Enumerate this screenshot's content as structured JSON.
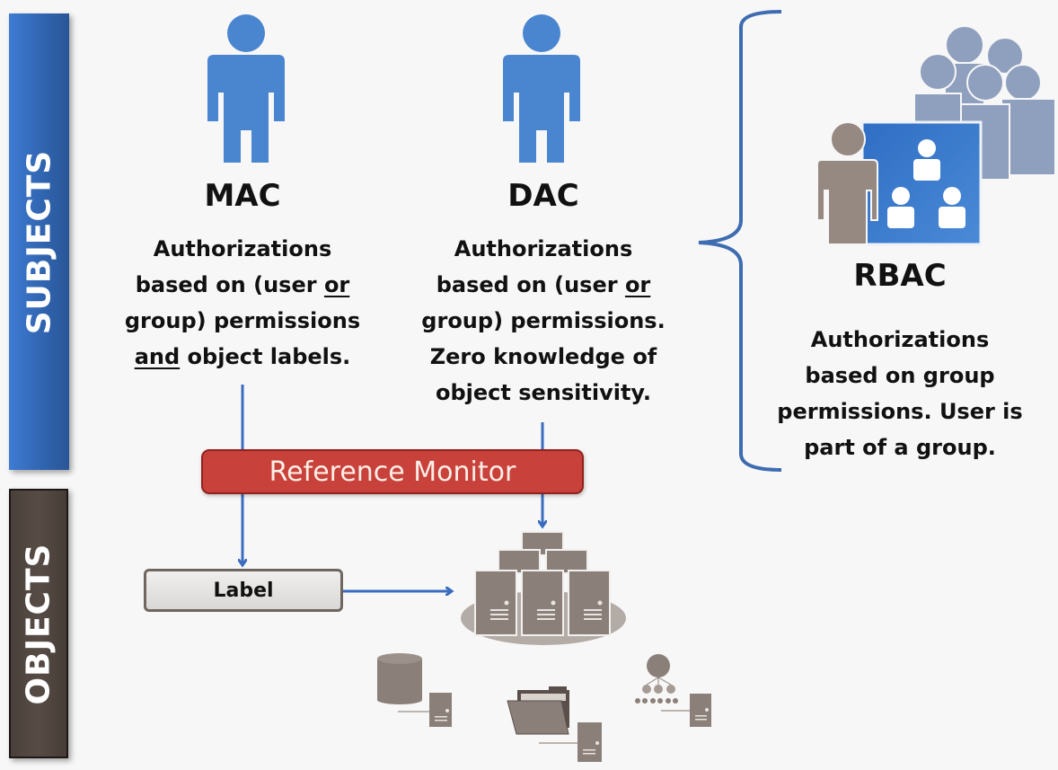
{
  "sidebar": {
    "subjects_label": "SUBJECTS",
    "objects_label": "OBJECTS"
  },
  "models": {
    "mac": {
      "title": "MAC",
      "line1": "Authorizations",
      "line2_pre": "based on (user ",
      "line2_u": "or",
      "line3": "group) permissions",
      "line4_u": "and",
      "line4_post": " object labels."
    },
    "dac": {
      "title": "DAC",
      "line1": "Authorizations",
      "line2_pre": "based on (user ",
      "line2_u": "or",
      "line3": "group) permissions.",
      "line4": "Zero knowledge of",
      "line5": "object sensitivity."
    },
    "rbac": {
      "title": "RBAC",
      "line1": "Authorizations",
      "line2": "based on group",
      "line3": "permissions. User is",
      "line4": "part of a group."
    }
  },
  "flow": {
    "reference_monitor": "Reference Monitor",
    "label_box": "Label"
  },
  "icons": [
    "person-icon",
    "group-icon",
    "role-hierarchy-icon",
    "server-cluster-icon",
    "database-icon",
    "folder-icon",
    "org-tree-icon",
    "server-icon"
  ],
  "colors": {
    "subject_blue": "#3f7bd3",
    "object_brown": "#4f4540",
    "person_blue": "#4a86d0",
    "reference_red": "#c8413a",
    "arrow_blue": "#3a6cc0",
    "object_gray": "#8b8079"
  }
}
